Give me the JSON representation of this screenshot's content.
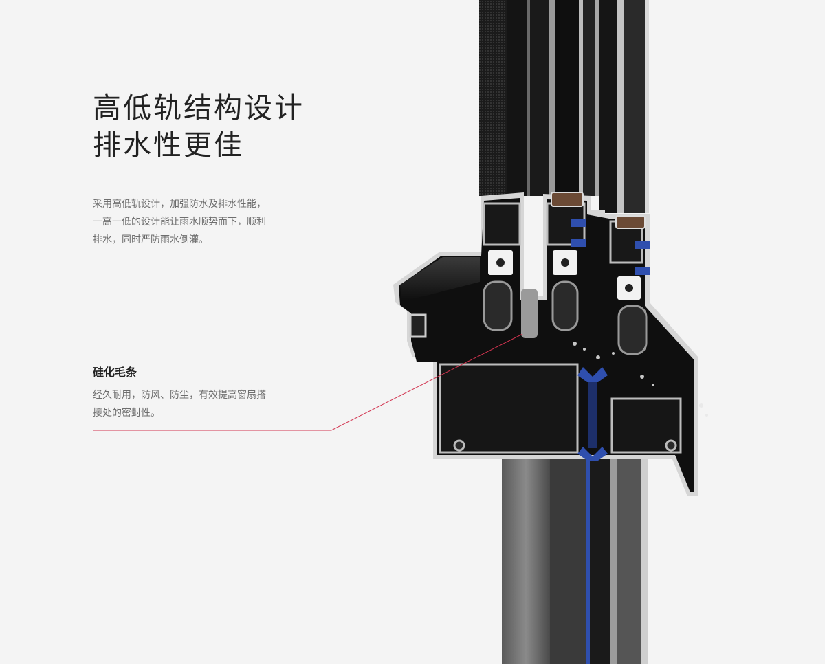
{
  "headline": {
    "line1": "高低轨结构设计",
    "line2": "排水性更佳"
  },
  "intro": {
    "line1": "采用高低轨设计，加强防水及排水性能，",
    "line2": "一高一低的设计能让雨水顺势而下，顺利",
    "line3": "排水，同时严防雨水倒灌。"
  },
  "feature": {
    "title": "硅化毛条",
    "desc_line1": "经久耐用，防风、防尘，有效提高窗扇搭",
    "desc_line2": "接处的密封性。"
  },
  "colors": {
    "background": "#f4f4f4",
    "headline": "#222222",
    "body_text": "#6e6e6e",
    "callout_line": "#d2334f",
    "frame_dark": "#111111",
    "frame_edge": "#c9c9c9",
    "gasket_blue": "#2f4fae"
  }
}
